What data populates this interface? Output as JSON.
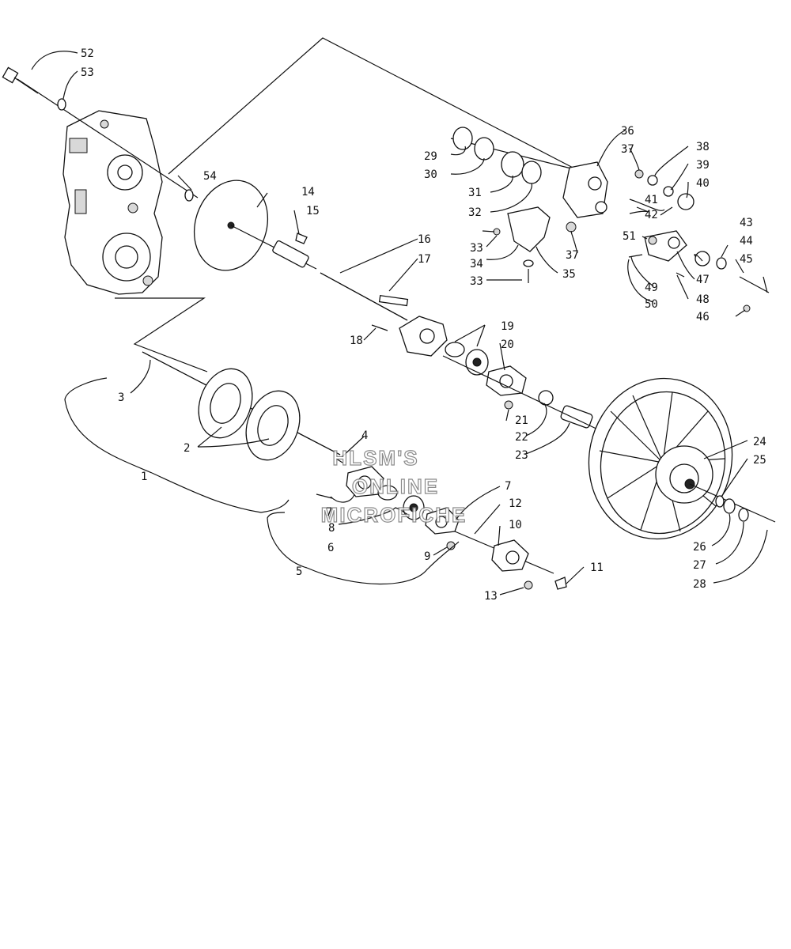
{
  "labels": [
    "1",
    "2",
    "3",
    "4",
    "5",
    "6",
    "7",
    "7",
    "8",
    "9",
    "10",
    "11",
    "12",
    "13",
    "14",
    "15",
    "16",
    "17",
    "18",
    "19",
    "20",
    "21",
    "22",
    "23",
    "24",
    "25",
    "26",
    "27",
    "28",
    "29",
    "30",
    "31",
    "32",
    "33",
    "33",
    "34",
    "35",
    "36",
    "37",
    "37",
    "38",
    "39",
    "40",
    "41",
    "42",
    "43",
    "44",
    "45",
    "46",
    "47",
    "48",
    "49",
    "50",
    "51",
    "52",
    "53",
    "54"
  ],
  "watermark": [
    "HLSM'S",
    "ONLINE",
    "MICROFICHE"
  ],
  "colors": {
    "ink": "#111111",
    "paper": "#ffffff"
  }
}
